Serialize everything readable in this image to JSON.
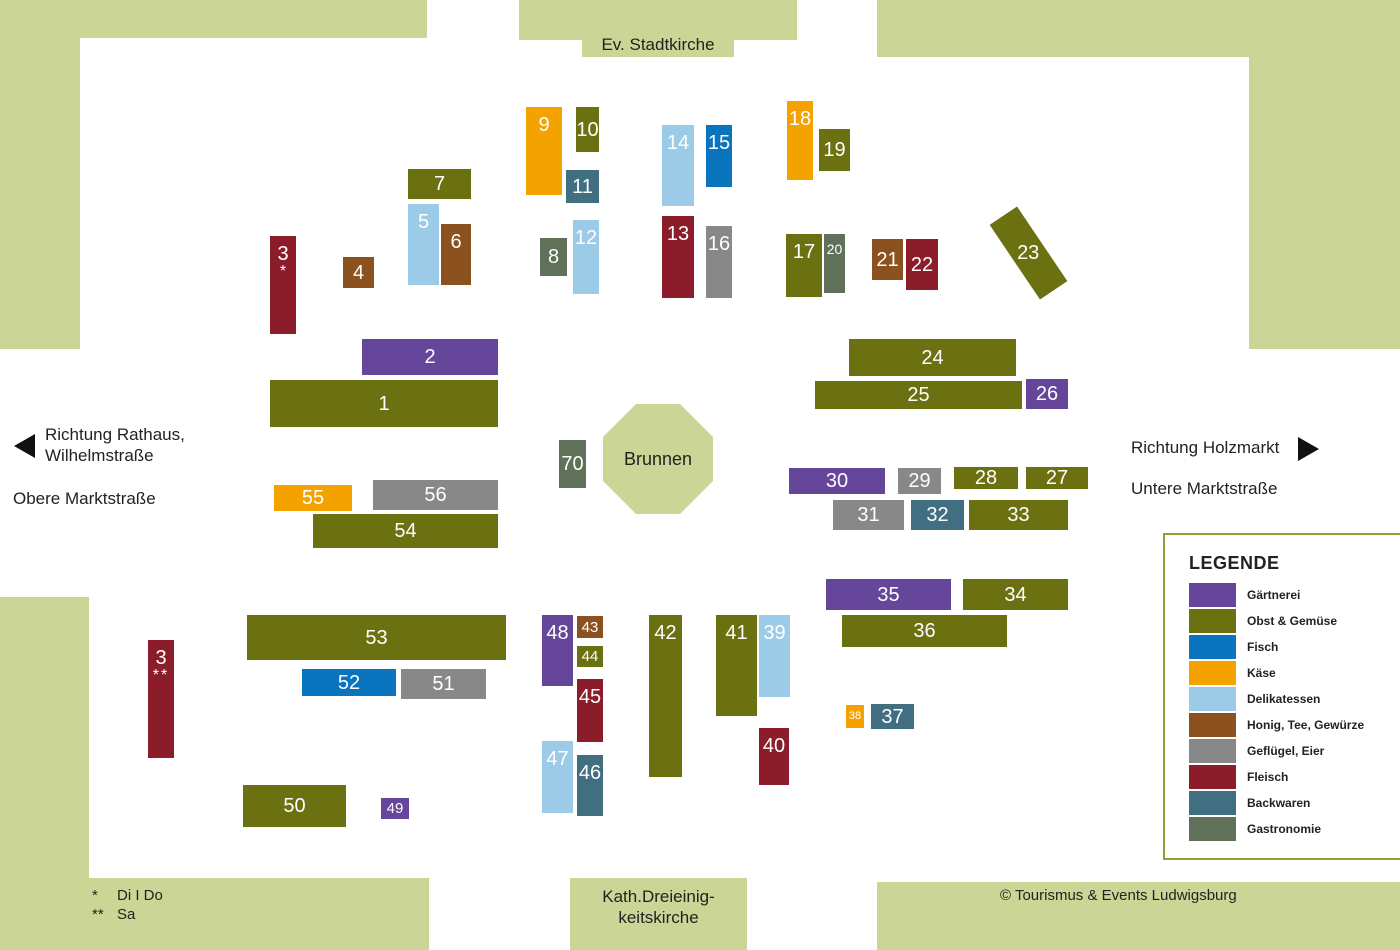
{
  "labels": {
    "church_north": "Ev. Stadtkirche",
    "church_south_1": "Kath.Dreieinig-",
    "church_south_2": "keitskirche",
    "fountain": "Brunnen",
    "west_dir_1": "Richtung Rathaus,",
    "west_dir_2": "Wilhelmstraße",
    "west_street": "Obere Marktstraße",
    "east_dir": "Richtung Holzmarkt",
    "east_street": "Untere Marktstraße",
    "copyright": "© Tourismus & Events Ludwigsburg",
    "note_1_mark": "*",
    "note_1_text": "Di I Do",
    "note_2_mark": "**",
    "note_2_text": "Sa"
  },
  "icons": {
    "west": "arrow-left-icon",
    "east": "arrow-right-icon"
  },
  "colors": {
    "gaertnerei": "#65469a",
    "obst": "#6b7010",
    "fisch": "#0a74bf",
    "kaese": "#f3a200",
    "delikatessen": "#9ccbe8",
    "honig": "#8b5220",
    "gefluegel": "#888888",
    "fleisch": "#8b1d2b",
    "backwaren": "#426e82",
    "gastronomie": "#5f7158",
    "building": "#cbd596"
  },
  "legend": {
    "title": "LEGENDE",
    "items": [
      {
        "label": "Gärtnerei",
        "color": "#65469a"
      },
      {
        "label": "Obst & Gemüse",
        "color": "#6b7010"
      },
      {
        "label": "Fisch",
        "color": "#0a74bf"
      },
      {
        "label": "Käse",
        "color": "#f3a200"
      },
      {
        "label": "Delikatessen",
        "color": "#9ccbe8"
      },
      {
        "label": "Honig, Tee, Gewürze",
        "color": "#8b5220"
      },
      {
        "label": "Geflügel, Eier",
        "color": "#888888"
      },
      {
        "label": "Fleisch",
        "color": "#8b1d2b"
      },
      {
        "label": "Backwaren",
        "color": "#426e82"
      },
      {
        "label": "Gastronomie",
        "color": "#5f7158"
      }
    ]
  },
  "stalls": {
    "s1": {
      "num": "1",
      "category": "Obst & Gemüse"
    },
    "s2": {
      "num": "2",
      "category": "Gärtnerei"
    },
    "s3a": {
      "num": "3",
      "mark": "*",
      "category": "Fleisch"
    },
    "s3b": {
      "num": "3",
      "mark": "**",
      "category": "Fleisch"
    },
    "s4": {
      "num": "4",
      "category": "Honig, Tee, Gewürze"
    },
    "s5": {
      "num": "5",
      "category": "Delikatessen"
    },
    "s6": {
      "num": "6",
      "category": "Honig, Tee, Gewürze"
    },
    "s7": {
      "num": "7",
      "category": "Obst & Gemüse"
    },
    "s8": {
      "num": "8",
      "category": "Gastronomie"
    },
    "s9": {
      "num": "9",
      "category": "Käse"
    },
    "s10": {
      "num": "10",
      "category": "Obst & Gemüse"
    },
    "s11": {
      "num": "11",
      "category": "Backwaren"
    },
    "s12": {
      "num": "12",
      "category": "Delikatessen"
    },
    "s13": {
      "num": "13",
      "category": "Fleisch"
    },
    "s14": {
      "num": "14",
      "category": "Delikatessen"
    },
    "s15": {
      "num": "15",
      "category": "Fisch"
    },
    "s16": {
      "num": "16",
      "category": "Geflügel, Eier"
    },
    "s17": {
      "num": "17",
      "category": "Obst & Gemüse"
    },
    "s18": {
      "num": "18",
      "category": "Käse"
    },
    "s19": {
      "num": "19",
      "category": "Obst & Gemüse"
    },
    "s20": {
      "num": "20",
      "category": "Gastronomie"
    },
    "s21": {
      "num": "21",
      "category": "Honig, Tee, Gewürze"
    },
    "s22": {
      "num": "22",
      "category": "Fleisch"
    },
    "s23": {
      "num": "23",
      "category": "Obst & Gemüse"
    },
    "s24": {
      "num": "24",
      "category": "Obst & Gemüse"
    },
    "s25": {
      "num": "25",
      "category": "Obst & Gemüse"
    },
    "s26": {
      "num": "26",
      "category": "Gärtnerei"
    },
    "s27": {
      "num": "27",
      "category": "Obst & Gemüse"
    },
    "s28": {
      "num": "28",
      "category": "Obst & Gemüse"
    },
    "s29": {
      "num": "29",
      "category": "Geflügel, Eier"
    },
    "s30": {
      "num": "30",
      "category": "Gärtnerei"
    },
    "s31": {
      "num": "31",
      "category": "Geflügel, Eier"
    },
    "s32": {
      "num": "32",
      "category": "Backwaren"
    },
    "s33": {
      "num": "33",
      "category": "Obst & Gemüse"
    },
    "s34": {
      "num": "34",
      "category": "Obst & Gemüse"
    },
    "s35": {
      "num": "35",
      "category": "Gärtnerei"
    },
    "s36": {
      "num": "36",
      "category": "Obst & Gemüse"
    },
    "s37": {
      "num": "37",
      "category": "Backwaren"
    },
    "s38": {
      "num": "38",
      "category": "Käse"
    },
    "s39": {
      "num": "39",
      "category": "Delikatessen"
    },
    "s40": {
      "num": "40",
      "category": "Fleisch"
    },
    "s41": {
      "num": "41",
      "category": "Obst & Gemüse"
    },
    "s42": {
      "num": "42",
      "category": "Obst & Gemüse"
    },
    "s43": {
      "num": "43",
      "category": "Honig, Tee, Gewürze"
    },
    "s44": {
      "num": "44",
      "category": "Obst & Gemüse"
    },
    "s45": {
      "num": "45",
      "category": "Fleisch"
    },
    "s46": {
      "num": "46",
      "category": "Backwaren"
    },
    "s47": {
      "num": "47",
      "category": "Delikatessen"
    },
    "s48": {
      "num": "48",
      "category": "Gärtnerei"
    },
    "s49": {
      "num": "49",
      "category": "Gärtnerei"
    },
    "s50": {
      "num": "50",
      "category": "Obst & Gemüse"
    },
    "s51": {
      "num": "51",
      "category": "Geflügel, Eier"
    },
    "s52": {
      "num": "52",
      "category": "Fisch"
    },
    "s53": {
      "num": "53",
      "category": "Obst & Gemüse"
    },
    "s54": {
      "num": "54",
      "category": "Obst & Gemüse"
    },
    "s55": {
      "num": "55",
      "category": "Käse"
    },
    "s56": {
      "num": "56",
      "category": "Geflügel, Eier"
    },
    "s70": {
      "num": "70",
      "category": "Gastronomie"
    }
  }
}
